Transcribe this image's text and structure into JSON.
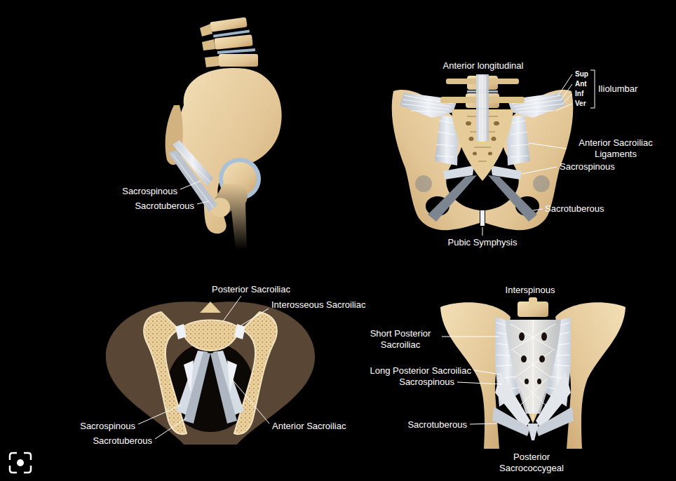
{
  "diagram": {
    "labels": [
      "Sacrospinous",
      "Sacrotuberous",
      "Anterior longitudinal",
      "Sup",
      "Ant",
      "Inf",
      "Ver",
      "Iliolumbar",
      "Anterior Sacroiliac Ligaments",
      "Sacrospinous",
      "Sacrotuberous",
      "Pubic Symphysis",
      "Posterior Sacroiliac",
      "Interosseous Sacroiliac",
      "Sacrospinous",
      "Sacrotuberous",
      "Anterior Sacroiliac",
      "Interspinous",
      "Short Posterior Sacroiliac",
      "Long Posterior Sacroiliac",
      "Sacrospinous",
      "Sacrotuberous",
      "Posterior Sacrococcygeal"
    ]
  }
}
